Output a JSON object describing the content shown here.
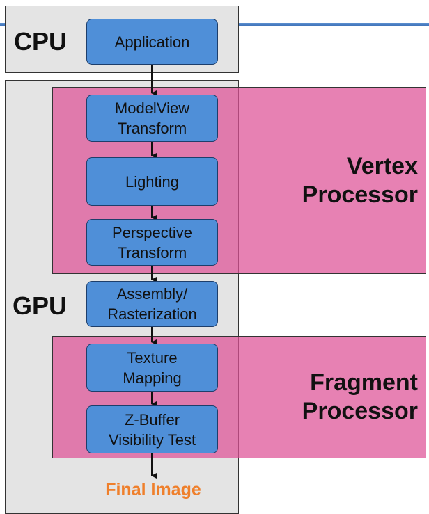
{
  "groups": {
    "cpu": "CPU",
    "gpu": "GPU"
  },
  "processors": {
    "vertex": [
      "Vertex",
      "Processor"
    ],
    "fragment": [
      "Fragment",
      "Processor"
    ]
  },
  "stages": [
    {
      "id": "application",
      "lines": [
        "Application"
      ]
    },
    {
      "id": "modelview",
      "lines": [
        "ModelView",
        "Transform"
      ]
    },
    {
      "id": "lighting",
      "lines": [
        "Lighting"
      ]
    },
    {
      "id": "perspective",
      "lines": [
        "Perspective",
        "Transform"
      ]
    },
    {
      "id": "assembly",
      "lines": [
        "Assembly/",
        "Rasterization"
      ]
    },
    {
      "id": "texture",
      "lines": [
        "Texture",
        "Mapping"
      ]
    },
    {
      "id": "zbuffer",
      "lines": [
        "Z-Buffer",
        "Visibility Test"
      ]
    }
  ],
  "output": "Final Image",
  "colors": {
    "stage_fill": "#4f8fd8",
    "processor_fill": "#de5096",
    "group_fill": "#e4e4e4",
    "output_text": "#ef7f2b"
  }
}
